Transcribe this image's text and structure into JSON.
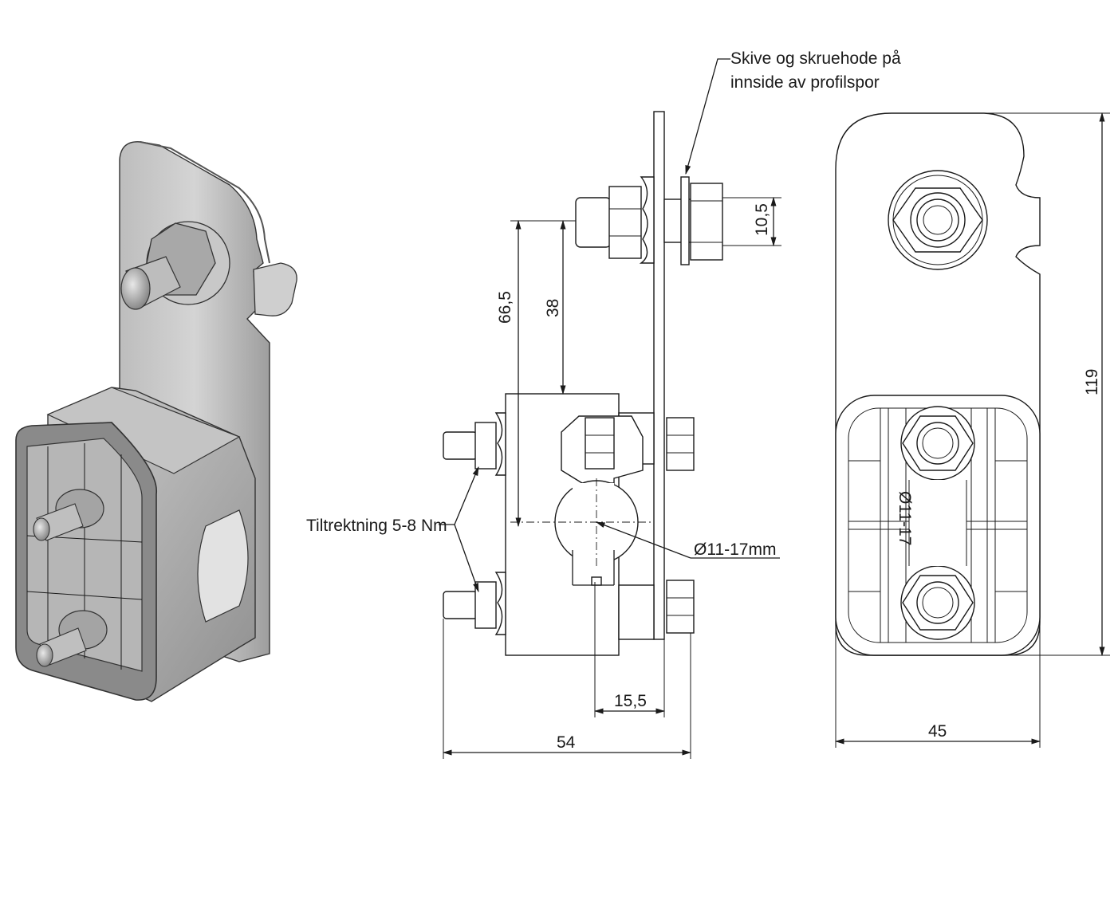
{
  "annotations": {
    "washer_note_line1": "Skive og skruehode på",
    "washer_note_line2": "innside av profilspor",
    "torque_note": "Tiltrektning 5-8 Nm",
    "diameter_range": "Ø11-17mm",
    "engraving": "Ø11-17"
  },
  "dimensions": {
    "bolt_height": "10,5",
    "overall_height_a": "66,5",
    "overall_height_b": "38",
    "offset": "15,5",
    "side_width": "54",
    "front_width": "45",
    "front_height": "119"
  },
  "colors": {
    "line": "#1a1a1a",
    "metal_light": "#d9d9d9",
    "metal_mid": "#a9a9a9",
    "metal_dark": "#6e6e6e"
  }
}
